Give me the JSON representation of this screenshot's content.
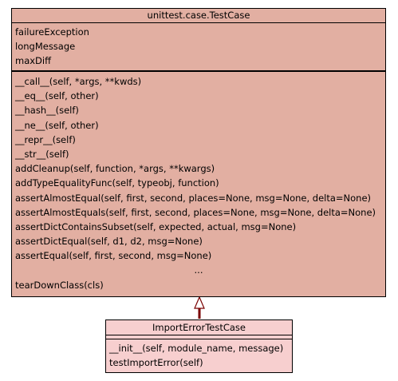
{
  "base_class": {
    "name": "unittest.case.TestCase",
    "attributes": [
      "failureException",
      "longMessage",
      "maxDiff"
    ],
    "operations": [
      "__call__(self, *args, **kwds)",
      "__eq__(self, other)",
      "__hash__(self)",
      "__ne__(self, other)",
      "__repr__(self)",
      "__str__(self)",
      "addCleanup(self, function, *args, **kwargs)",
      "addTypeEqualityFunc(self, typeobj, function)",
      "assertAlmostEqual(self, first, second, places=None, msg=None, delta=None)",
      "assertAlmostEquals(self, first, second, places=None, msg=None, delta=None)",
      "assertDictContainsSubset(self, expected, actual, msg=None)",
      "assertDictEqual(self, d1, d2, msg=None)",
      "assertEqual(self, first, second, msg=None)",
      "...",
      "tearDownClass(cls)"
    ],
    "fill": "#e2afa2"
  },
  "derived_class": {
    "name": "ImportErrorTestCase",
    "attributes": [],
    "operations": [
      "__init__(self, module_name, message)",
      "testImportError(self)"
    ],
    "fill": "#f7cfcf"
  },
  "connector_color": "#7a0000"
}
